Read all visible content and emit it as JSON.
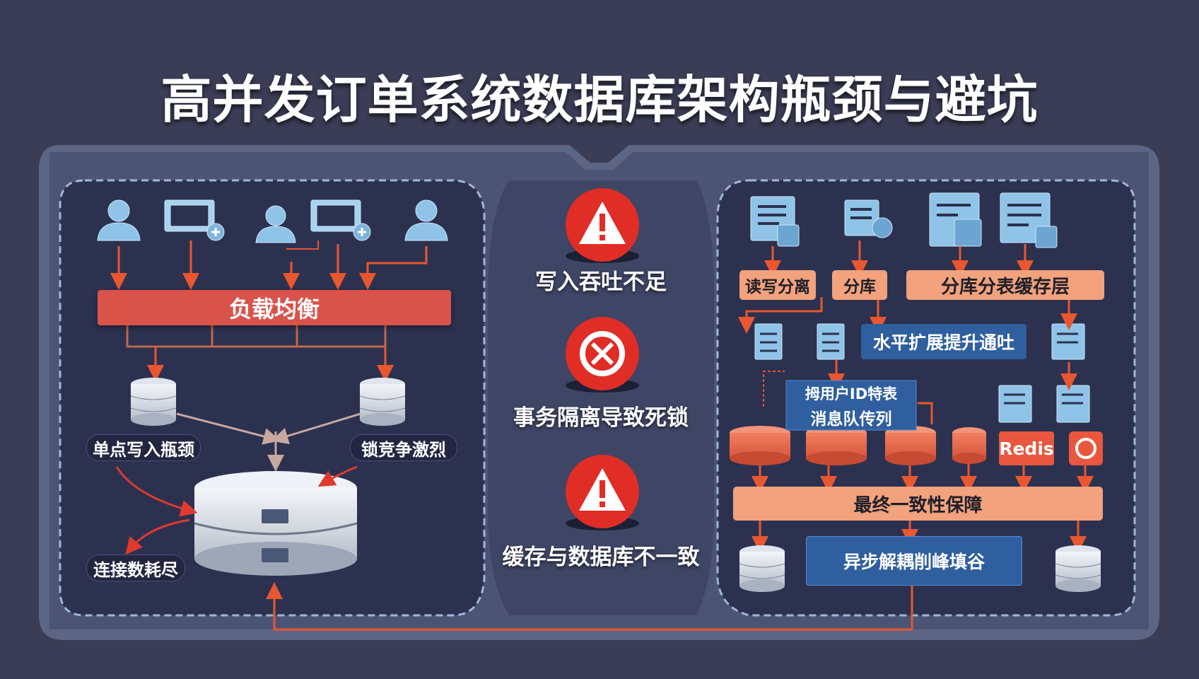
{
  "title": "高并发订单系统数据库架构瓶颈与避坑",
  "left_panel": {
    "load_balancer": "负载均衡",
    "pain_points": [
      "单点写入瓶颈",
      "锁竞争激烈",
      "连接数耗尽"
    ]
  },
  "middle_panel": {
    "warnings": [
      "写入吞吐不足",
      "事务隔离导致死锁",
      "缓存与数据库不一致"
    ]
  },
  "right_panel": {
    "rw_split": "读写分离",
    "sharding": "分库",
    "shard_cache": "分库分表缓存层",
    "horizontal": "水平扩展提升通吐",
    "mq_line1": "拇用户ID特表",
    "mq_line2": "消息队传列",
    "redis": "Redis",
    "consistency": "最终一致性保障",
    "async": "异步解耦削峰填谷"
  },
  "colors": {
    "background": "#3a3d55",
    "panel": "#2c3150",
    "accent_red": "#d9534a",
    "arrow_orange": "#e8572f",
    "peach": "#f2a27c",
    "blue_box": "#2f5f9e",
    "icon_blue": "#8fc3e8"
  }
}
